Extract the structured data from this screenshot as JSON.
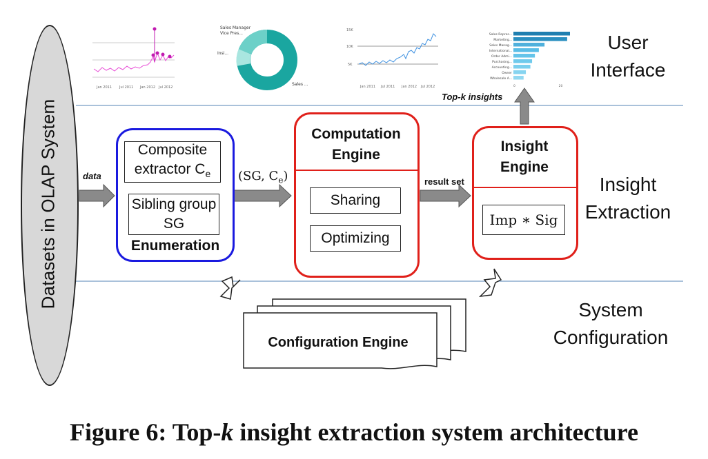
{
  "ellipse": {
    "label": "Datasets in OLAP System"
  },
  "layers": {
    "user_interface": "User\nInterface",
    "insight_extraction": "Insight\nExtraction",
    "system_configuration": "System\nConfiguration"
  },
  "flow": {
    "data_label": "data",
    "sg_ce_label": "(SG, C",
    "sg_ce_sub": "e",
    "sg_ce_close": ")",
    "result_set_label": "result set",
    "topk_label": "Top-k insights"
  },
  "enumeration": {
    "title": "Enumeration",
    "composite_extractor": "Composite extractor C",
    "composite_extractor_sub": "e",
    "sibling_group": "Sibling group SG"
  },
  "computation": {
    "title": "Computation Engine",
    "sharing": "Sharing",
    "optimizing": "Optimizing"
  },
  "insight": {
    "title": "Insight Engine",
    "imp_sig": "Imp ∗ Sig"
  },
  "configuration": {
    "title": "Configuration Engine"
  },
  "caption": {
    "prefix": "Figure 6: Top-",
    "k": "k",
    "suffix": " insight extraction system architecture"
  },
  "thumbnails": {
    "donut_labels": [
      "Sales Manager",
      "Vice Pres...",
      "Insi...",
      "Sales ..."
    ],
    "line2_ticks_y": [
      "15K",
      "10K",
      "5K"
    ],
    "line2_ticks_x": [
      "Jan 2011",
      "Jul 2011",
      "Jan 2012",
      "Jul 2012"
    ],
    "line1_ticks_x": [
      "Jan 2011",
      "Jul 2011",
      "Jan 2012",
      "Jul 2012"
    ],
    "bar_labels": [
      "Sales Repres...",
      "Marketing...",
      "Sales Manag...",
      "International...",
      "Order Admi...",
      "Purchasing...",
      "Accounting...",
      "Owner",
      "Wholesale A..."
    ],
    "bar_values": [
      1.0,
      0.95,
      0.55,
      0.45,
      0.38,
      0.33,
      0.3,
      0.22,
      0.18
    ],
    "bar_axis": [
      "0",
      "20"
    ]
  },
  "colors": {
    "blue_box": "#1a1adf",
    "red_box": "#e0201a",
    "divider": "#a9c1da",
    "teal": "#1aa6a0",
    "pink": "#e84ad6"
  }
}
